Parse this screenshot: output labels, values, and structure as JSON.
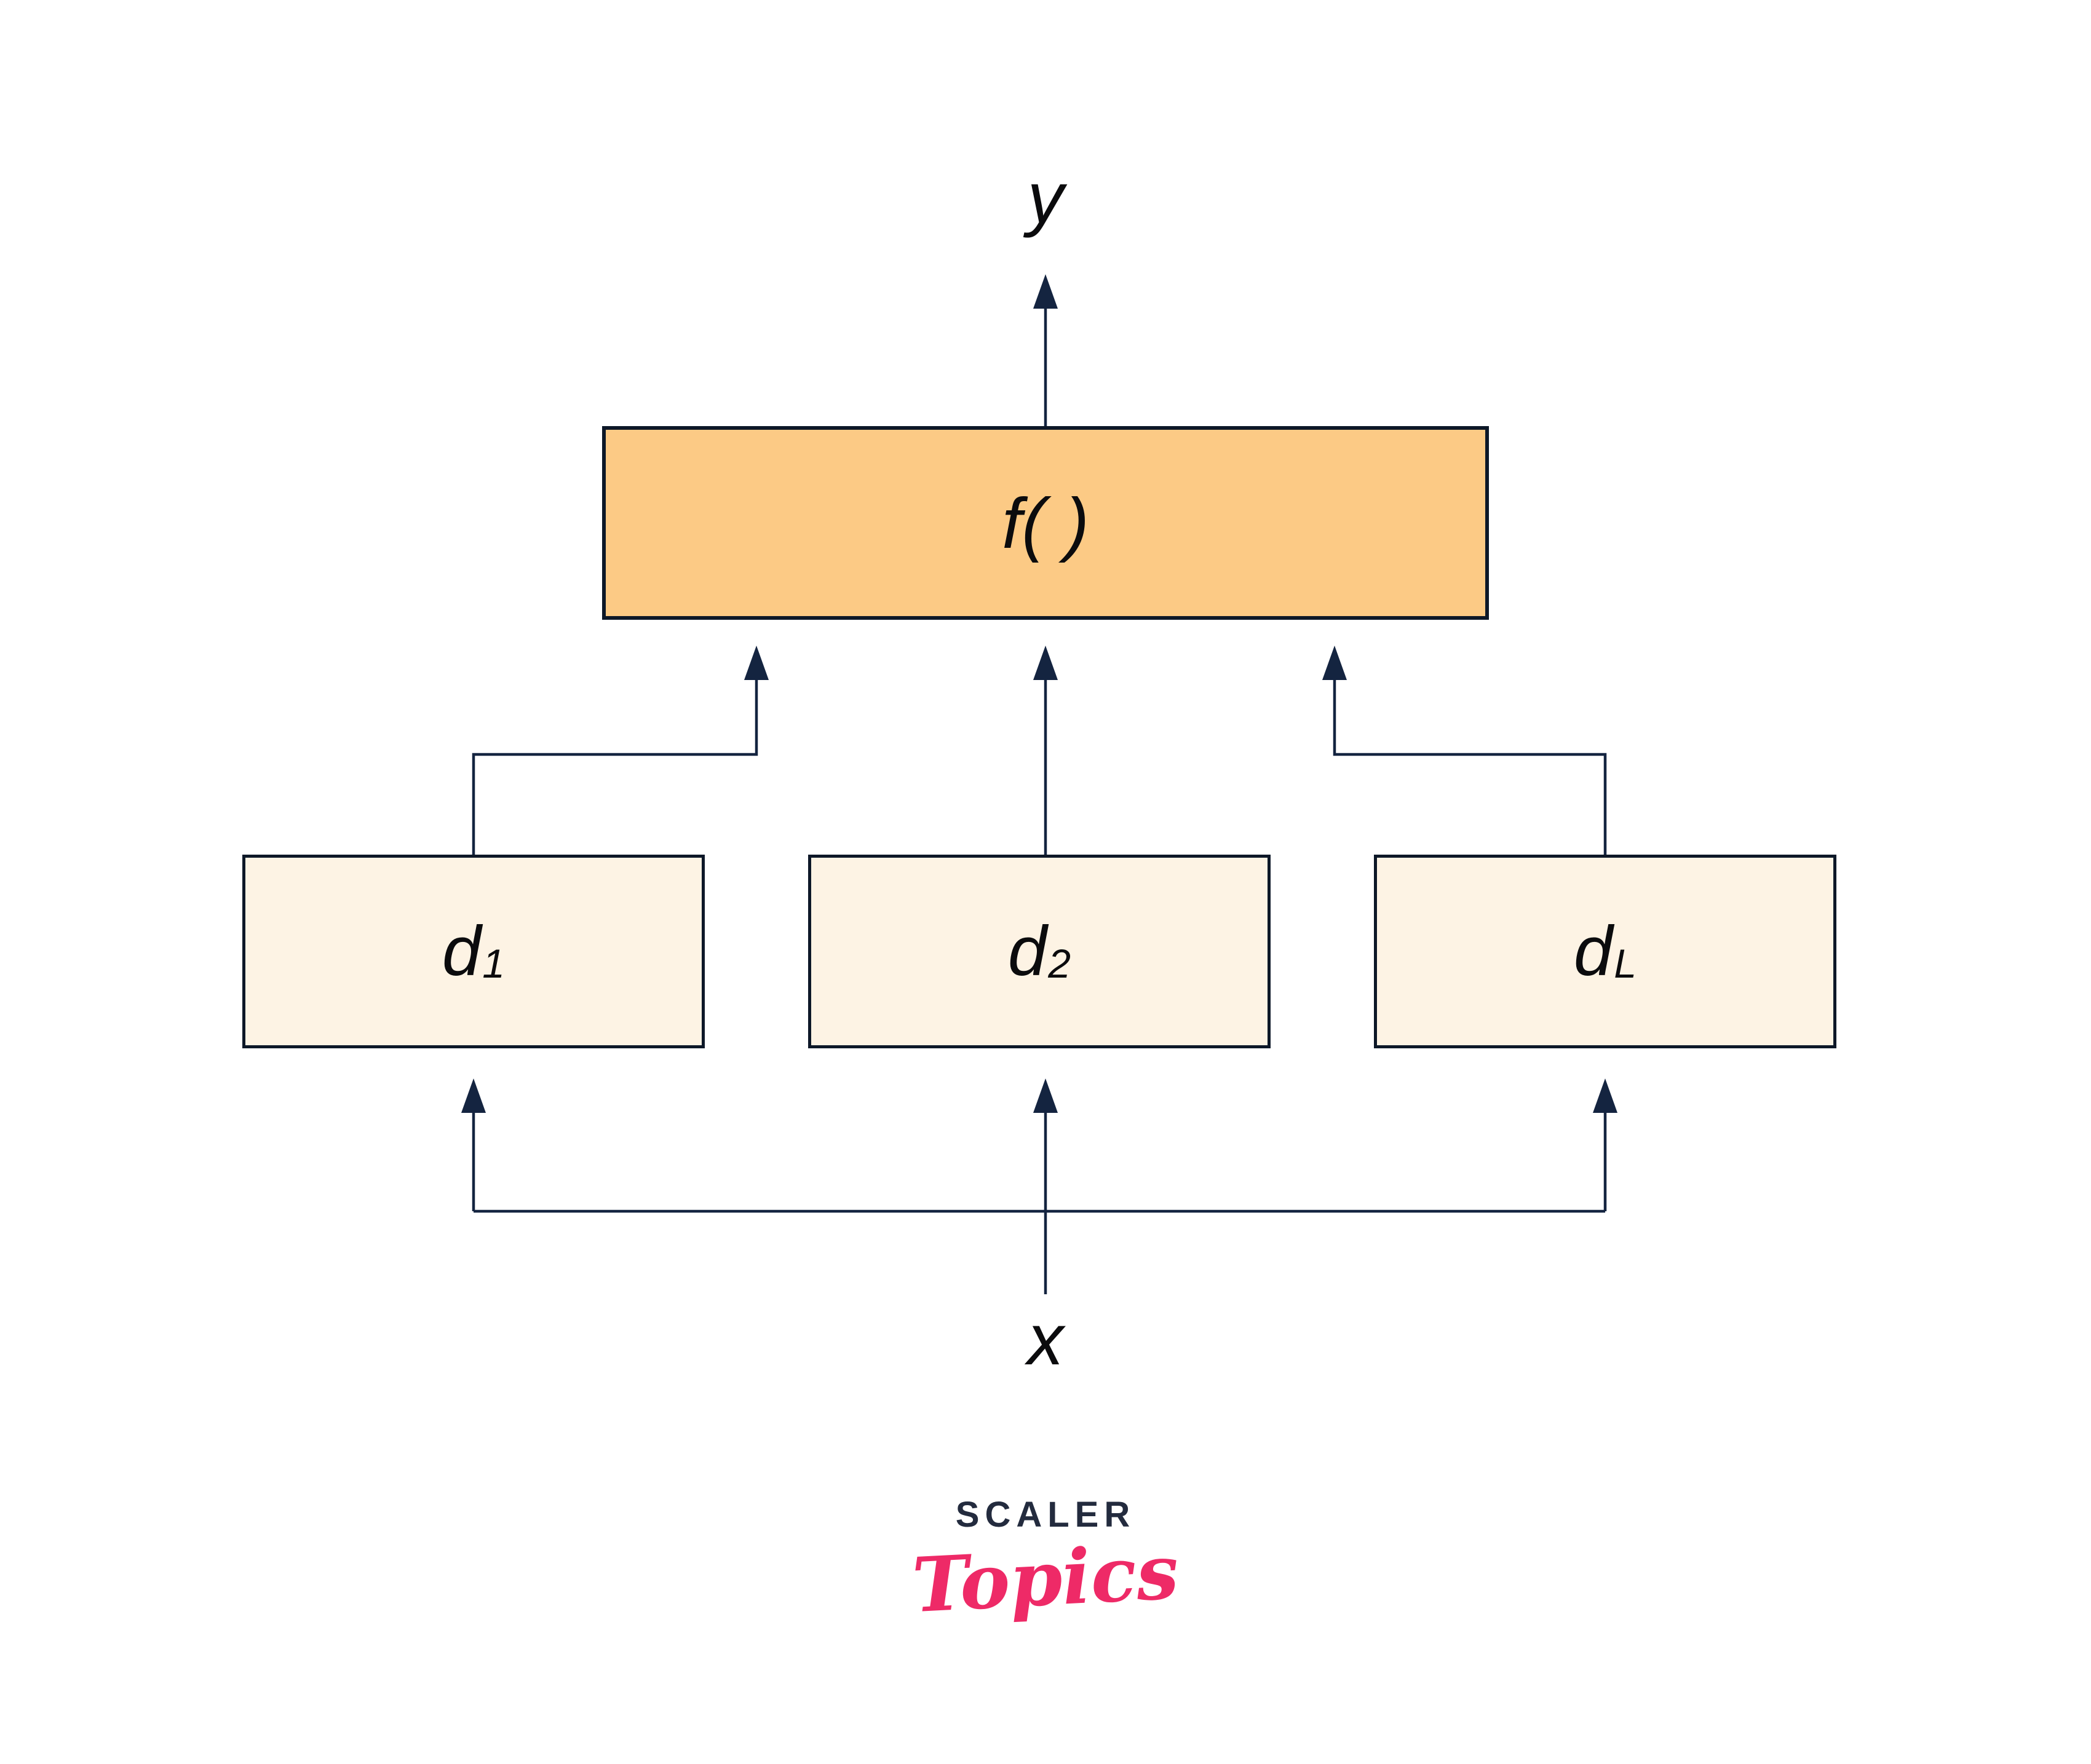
{
  "diagram": {
    "output_label": "y",
    "input_label": "x",
    "combiner": {
      "label": "f( )"
    },
    "models": [
      {
        "base": "d",
        "sub": "1"
      },
      {
        "base": "d",
        "sub": "2"
      },
      {
        "base": "d",
        "sub": "L"
      }
    ]
  },
  "logo": {
    "brand": "SCALER",
    "product": "Topics"
  },
  "colors": {
    "combiner_fill": "#FCCA85",
    "model_fill": "#FDF3E4",
    "box_border": "#0D1828",
    "connector": "#142440",
    "label_text": "#0B0B0D",
    "logo_brand": "#232B3E",
    "logo_accent": "#EE2A67",
    "background": "#FFFFFF"
  }
}
